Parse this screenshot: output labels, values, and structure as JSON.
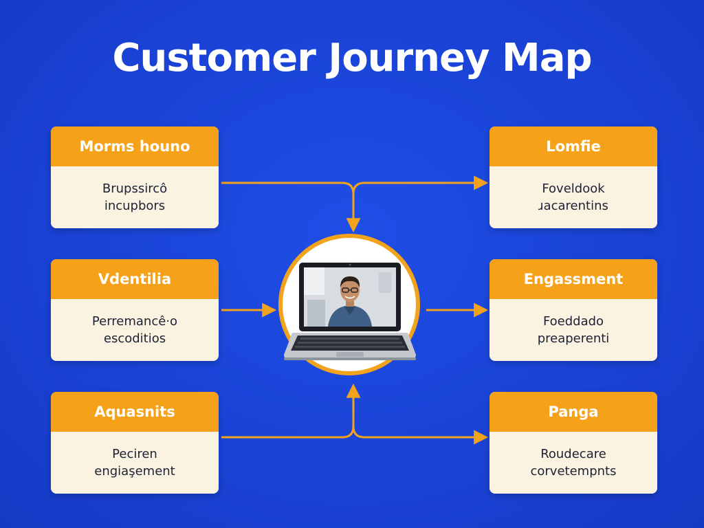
{
  "title": "Customer Journey Map",
  "colors": {
    "background": "#1a43d6",
    "card_header": "#f5a21a",
    "card_body": "#fbf3e2",
    "connector": "#f2a31e",
    "title_text": "#ffffff"
  },
  "stages": [
    {
      "heading": "Morms houno",
      "lines": [
        "Brupssircô",
        "incupbors"
      ]
    },
    {
      "heading": "Vdentilia",
      "lines": [
        "Perremancê·o",
        "escoditios"
      ]
    },
    {
      "heading": "Aquasnits",
      "lines": [
        "Peciren",
        "engiaşement"
      ]
    },
    {
      "heading": "Lomfie",
      "lines": [
        "Foveldook",
        "ɹacarentins"
      ]
    },
    {
      "heading": "Engassment",
      "lines": [
        "Foeddado",
        "preaperenti"
      ]
    },
    {
      "heading": "Panga",
      "lines": [
        "Roudecare",
        "corvetempnts"
      ]
    }
  ],
  "center": {
    "icon": "laptop-video-call-icon",
    "image": "person-on-laptop-screen"
  }
}
